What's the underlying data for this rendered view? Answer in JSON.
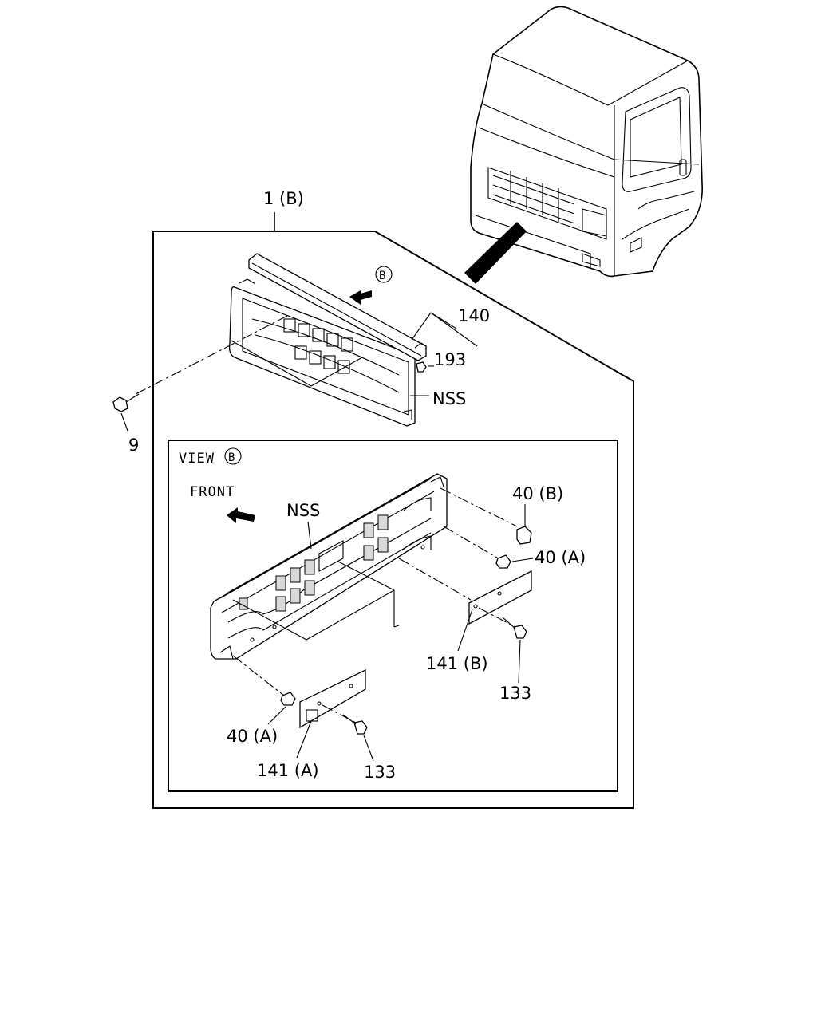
{
  "labels": {
    "assembly": "1 (B)",
    "arrow_ref": "B",
    "part_140": "140",
    "part_193": "193",
    "nss_top": "NSS",
    "part_9": "9",
    "view_text": "VIEW",
    "view_ref": "B",
    "front": "FRONT",
    "nss_view": "NSS",
    "part_40b": "40 (B)",
    "part_40a_right": "40 (A)",
    "part_141b": "141 (B)",
    "part_133_right": "133",
    "part_40a_left": "40 (A)",
    "part_141a": "141 (A)",
    "part_133_left": "133"
  }
}
